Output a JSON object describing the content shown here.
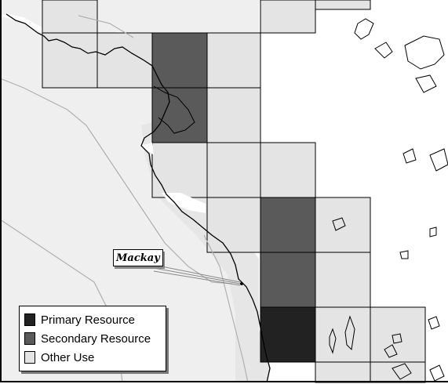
{
  "place_label": "Mackay",
  "legend": {
    "items": [
      {
        "label": "Primary Resource",
        "color": "#222222"
      },
      {
        "label": "Secondary Resource",
        "color": "#5a5a5a"
      },
      {
        "label": "Other Use",
        "color": "#e4e4e4"
      }
    ]
  },
  "colors": {
    "sea": "#ffffff",
    "land": "#efefef",
    "coast": "#000000",
    "river": "#b0b0b0",
    "grid_line": "#000000"
  }
}
